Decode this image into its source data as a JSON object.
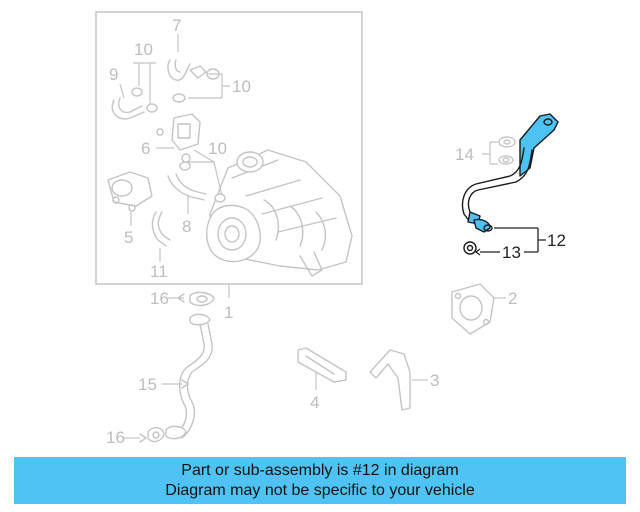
{
  "callouts": {
    "n1": "1",
    "n2": "2",
    "n3": "3",
    "n4": "4",
    "n5": "5",
    "n6": "6",
    "n7": "7",
    "n8": "8",
    "n9": "9",
    "n10a": "10",
    "n10b": "10",
    "n10c": "10",
    "n11": "11",
    "n12": "12",
    "n13": "13",
    "n14": "14",
    "n15": "15",
    "n16a": "16",
    "n16b": "16"
  },
  "banner": {
    "line1": "Part or sub-assembly is #12 in diagram",
    "line2": "Diagram may not be specific to your vehicle"
  },
  "colors": {
    "highlight": "#4cc3f2",
    "banner": "#4fc4f4",
    "part_gray": "#c4c4c4"
  }
}
